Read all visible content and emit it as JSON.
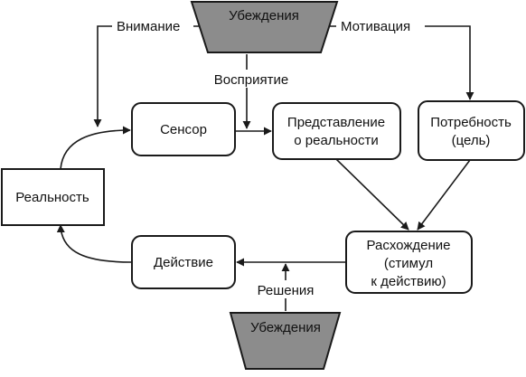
{
  "nodes": {
    "beliefs_top": "Убеждения",
    "beliefs_bottom": "Убеждения",
    "reality": "Реальность",
    "sensor": "Сенсор",
    "representation_line1": "Представление",
    "representation_line2": "о реальности",
    "need_line1": "Потребность",
    "need_line2": "(цель)",
    "discrepancy_line1": "Расхождение",
    "discrepancy_line2": "(стимул",
    "discrepancy_line3": "к действию)",
    "action": "Действие"
  },
  "edge_labels": {
    "attention": "Внимание",
    "motivation": "Мотивация",
    "perception": "Восприятие",
    "decisions": "Решения"
  }
}
